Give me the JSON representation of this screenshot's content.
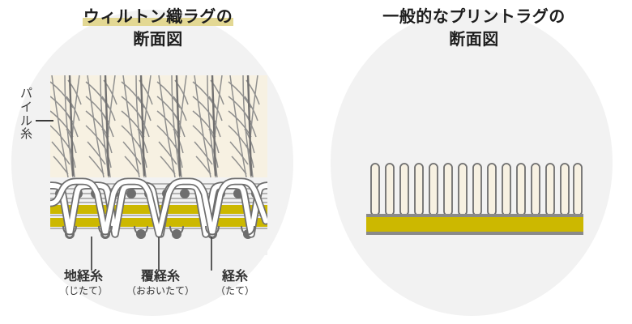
{
  "left_panel": {
    "title": {
      "line1_highlighted": "ウィルトン織ラグの",
      "line2": "断面図"
    },
    "pile_label": {
      "chars": [
        "パ",
        "イ",
        "ル",
        "糸"
      ],
      "text": "パイル糸",
      "leader": "pile-leader-line"
    },
    "callouts": [
      {
        "name": "地経糸",
        "reading": "（じたて）"
      },
      {
        "name": "覆経糸",
        "reading": "（おおいたて）"
      },
      {
        "name": "経糸",
        "reading": "（たて）"
      }
    ],
    "diagram": {
      "kind": "wilton-woven-cross-section",
      "pile_tufts": 6,
      "weft_dot_rows": 2,
      "backing_bars": 2
    }
  },
  "right_panel": {
    "title": {
      "line1": "一般的なプリントラグの",
      "line2": "断面図"
    },
    "diagram": {
      "kind": "printed-rug-cross-section",
      "pile_tufts": 15,
      "backing_bars": 1
    }
  },
  "colors": {
    "blob_background": "#f2f2f2",
    "page_background": "#ffffff",
    "highlight_yellow": "#e3d893",
    "backing_yellow": "#ccb800",
    "yarn_cream": "#f7f1e2",
    "outline_gray": "#6e6e6e",
    "title_text": "#1d1d1d",
    "label_text": "#333333"
  }
}
